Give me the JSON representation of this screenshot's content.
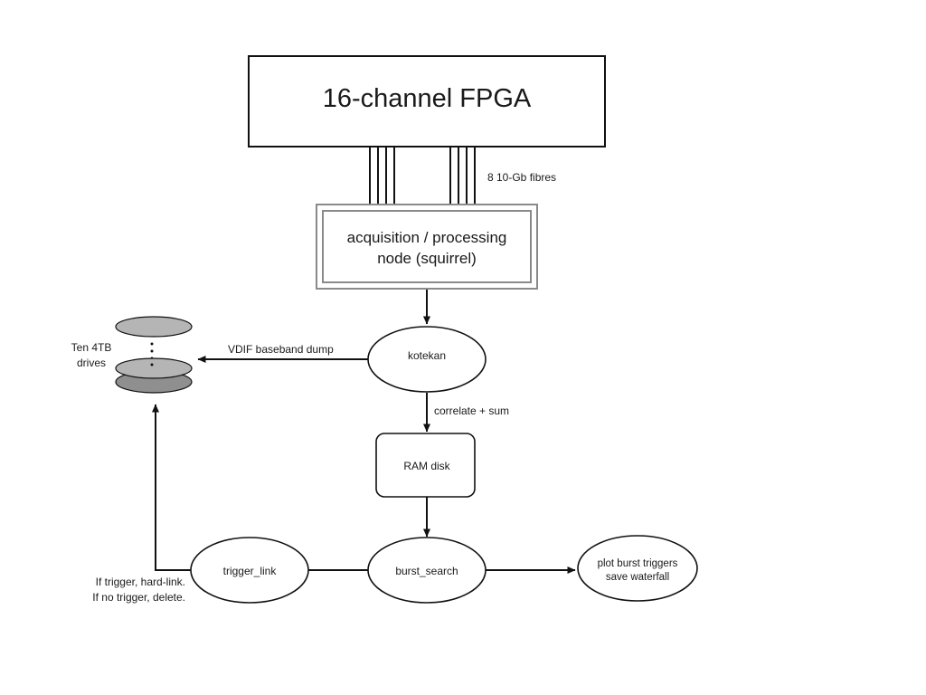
{
  "nodes": {
    "fpga": "16-channel FPGA",
    "acquisition_line1": "acquisition / processing",
    "acquisition_line2": "node (squirrel)",
    "kotekan": "kotekan",
    "ram_disk": "RAM disk",
    "burst_search": "burst_search",
    "trigger_link": "trigger_link",
    "plot_line1": "plot burst triggers",
    "plot_line2": "save waterfall",
    "drives_line1": "Ten 4TB",
    "drives_line2": "drives"
  },
  "edges": {
    "fibres": "8 10-Gb fibres",
    "vdif_dump": "VDIF baseband dump",
    "correlate_sum": "correlate + sum",
    "trigger_note_line1": "If trigger, hard-link.",
    "trigger_note_line2": "If no trigger, delete."
  },
  "colors": {
    "stroke": "#111111",
    "drive_fill": "#b5b5b5",
    "drive_shadow": "#8f8f8f",
    "double_border": "#8a8a8a"
  }
}
